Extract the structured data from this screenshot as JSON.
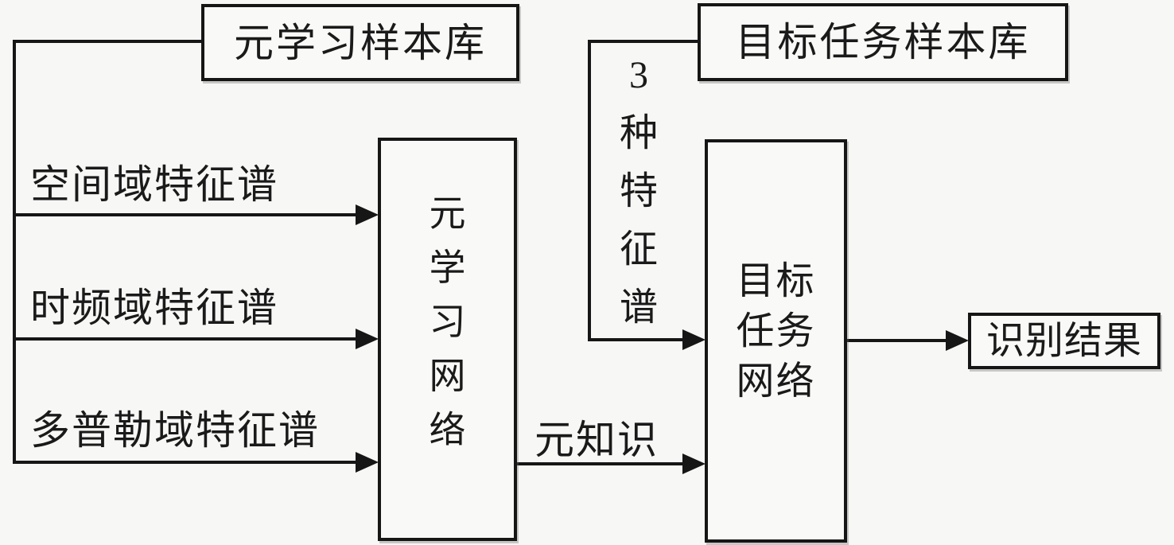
{
  "diagram": {
    "meta_sample_box": {
      "label": "元学习样本库"
    },
    "target_sample_box": {
      "label": "目标任务样本库"
    },
    "inputs": [
      {
        "label": "空间域特征谱"
      },
      {
        "label": "时频域特征谱"
      },
      {
        "label": "多普勒域特征谱"
      }
    ],
    "meta_network_box": {
      "label": "元学习网络",
      "chars": [
        "元",
        "学",
        "习",
        "网",
        "络"
      ]
    },
    "feature_count": {
      "label": "3种特征谱",
      "chars": [
        "3",
        "种",
        "特",
        "征",
        "谱"
      ]
    },
    "target_network_box": {
      "label": "目标任务网络",
      "lines": [
        "目标",
        "任务",
        "网络"
      ]
    },
    "meta_knowledge_label": "元知识",
    "result_box": {
      "label": "识别结果"
    },
    "colors": {
      "background": "#f7f7f5",
      "line": "#161616",
      "text": "#1a1a1a"
    }
  }
}
